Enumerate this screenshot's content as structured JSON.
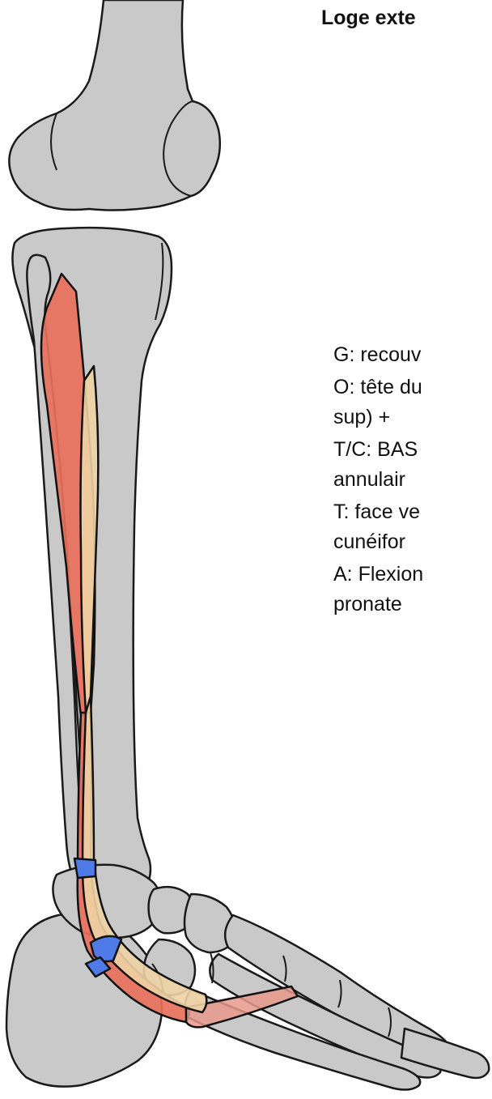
{
  "title": "Loge exte",
  "notes": [
    {
      "line1": "G: recouv",
      "line2": ""
    },
    {
      "line1": "O: tête du",
      "line2": "sup) +"
    },
    {
      "line1": "T/C: BAS",
      "line2": "annulair"
    },
    {
      "line1": "T: face ve",
      "line2": "cunéifor"
    },
    {
      "line1": "A: Flexion",
      "line2": "pronate"
    }
  ],
  "colors": {
    "bone": "#c9c9c9",
    "muscle_red": "#e8705b",
    "tendon_tan": "#eed3a4",
    "retinaculum_blue": "#4f7be8"
  },
  "icons": [
    "leg-skeleton-illustration"
  ]
}
